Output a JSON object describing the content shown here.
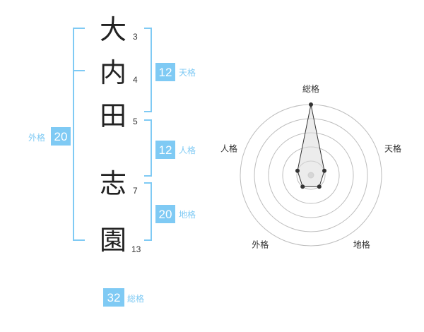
{
  "name": {
    "chars": [
      {
        "char": "大",
        "strokes": "3"
      },
      {
        "char": "内",
        "strokes": "4"
      },
      {
        "char": "田",
        "strokes": "5"
      },
      {
        "char": "志",
        "strokes": "7"
      },
      {
        "char": "園",
        "strokes": "13"
      }
    ]
  },
  "kakaku": {
    "tenkaku": {
      "value": "12",
      "label": "天格"
    },
    "jinkaku": {
      "value": "12",
      "label": "人格"
    },
    "chikaku": {
      "value": "20",
      "label": "地格"
    },
    "gaikaku": {
      "value": "20",
      "label": "外格"
    },
    "soukaku": {
      "value": "32",
      "label": "総格"
    }
  },
  "colors": {
    "accent": "#7fcaf4",
    "text": "#222222",
    "ring": "#bdbdbd"
  },
  "chart_data": {
    "type": "radar",
    "axes": [
      "総格",
      "天格",
      "地格",
      "外格",
      "人格"
    ],
    "values": [
      5,
      1,
      1,
      1,
      1
    ],
    "rmax": 5,
    "rings": 5
  }
}
